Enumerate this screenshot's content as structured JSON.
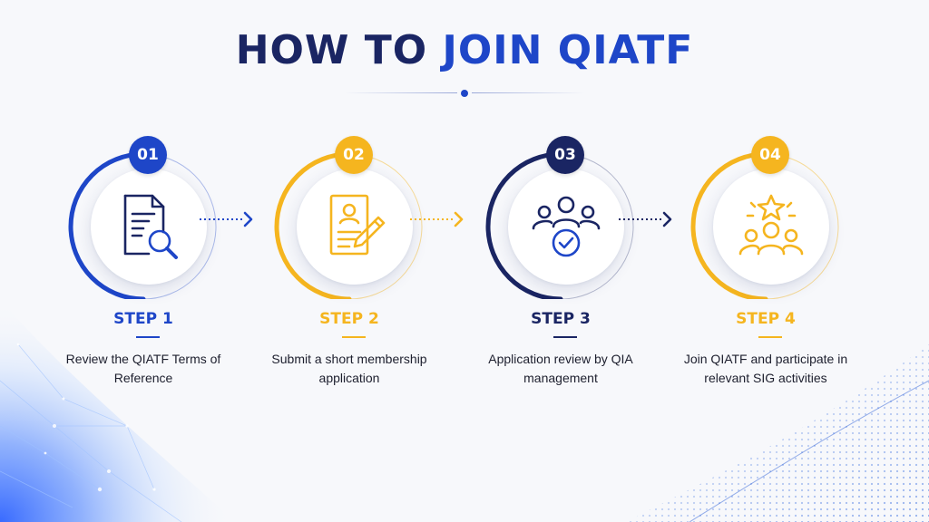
{
  "title": {
    "part1": "HOW TO ",
    "part2": "JOIN QIATF"
  },
  "colors": {
    "navy": "#1a2563",
    "blue": "#1e46c8",
    "gold": "#f5b51f"
  },
  "steps": [
    {
      "number": "01",
      "label": "STEP 1",
      "description": "Review the QIATF Terms of Reference",
      "icon": "document-search-icon",
      "color": "#1e46c8"
    },
    {
      "number": "02",
      "label": "STEP 2",
      "description": "Submit a short membership application",
      "icon": "application-form-pen-icon",
      "color": "#f5b51f"
    },
    {
      "number": "03",
      "label": "STEP 3",
      "description": "Application review by QIA management",
      "icon": "team-approval-icon",
      "color": "#1a2563"
    },
    {
      "number": "04",
      "label": "STEP 4",
      "description": "Join QIATF and participate in relevant SIG activities",
      "icon": "team-star-icon",
      "color": "#f5b51f"
    }
  ]
}
